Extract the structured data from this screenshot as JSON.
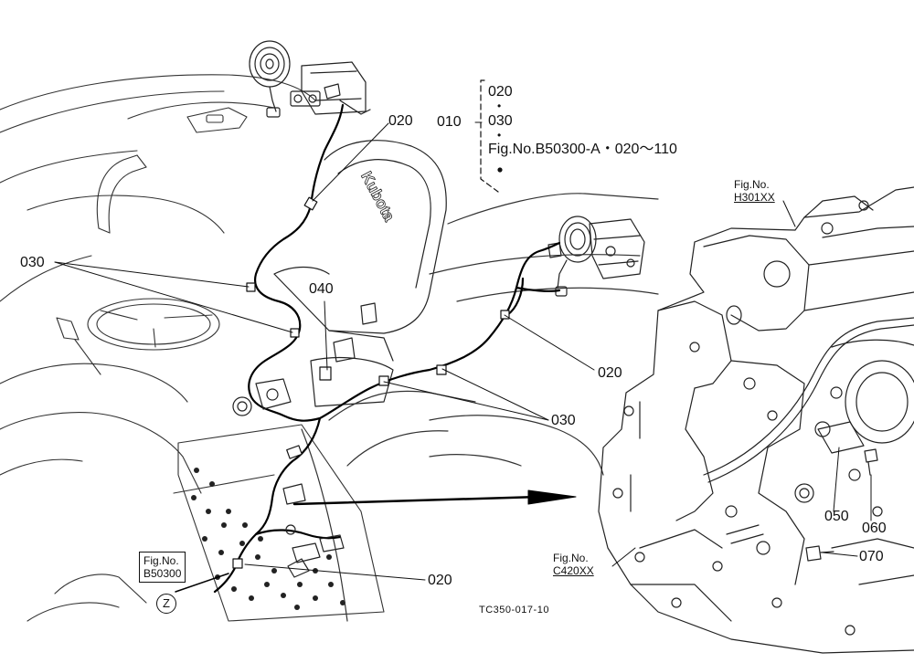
{
  "callouts": {
    "p010": "010",
    "p020_top": "020",
    "p020_bracket": "020",
    "p030_bracket": "030",
    "fig_bracket": "Fig.No.B50300-A・020～110",
    "p030_left": "030",
    "p040": "040",
    "p020_right": "020",
    "p030_center": "030",
    "p050": "050",
    "p060": "060",
    "p070": "070",
    "p020_bottom": "020"
  },
  "figure_refs": {
    "h301": {
      "label": "Fig.No.",
      "code": "H301XX"
    },
    "c420": {
      "label": "Fig.No.",
      "code": "C420XX"
    },
    "b503": {
      "label": "Fig.No.",
      "code": "B50300"
    }
  },
  "marker": "Z",
  "drawing_code": "TC350-017-10",
  "seat_brand": "Kubota"
}
